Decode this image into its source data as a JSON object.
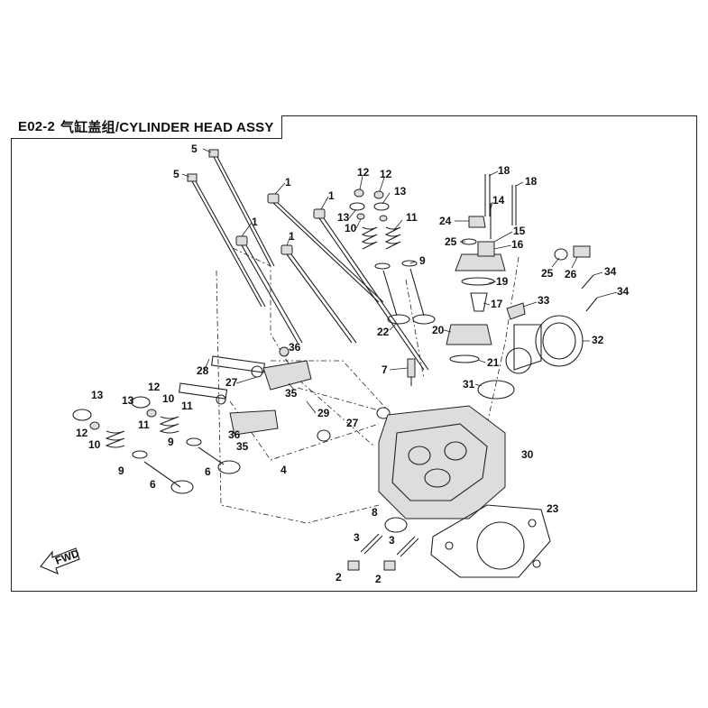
{
  "header": {
    "code": "E02-2",
    "title": "气缸盖组/CYLINDER HEAD ASSY"
  },
  "direction_marker": "FWD",
  "callouts": [
    {
      "n": "5"
    },
    {
      "n": "5"
    },
    {
      "n": "1"
    },
    {
      "n": "1"
    },
    {
      "n": "1"
    },
    {
      "n": "1"
    },
    {
      "n": "12"
    },
    {
      "n": "12"
    },
    {
      "n": "13"
    },
    {
      "n": "13"
    },
    {
      "n": "10"
    },
    {
      "n": "11"
    },
    {
      "n": "9"
    },
    {
      "n": "22"
    },
    {
      "n": "7"
    },
    {
      "n": "18"
    },
    {
      "n": "18"
    },
    {
      "n": "14"
    },
    {
      "n": "24"
    },
    {
      "n": "15"
    },
    {
      "n": "25"
    },
    {
      "n": "16"
    },
    {
      "n": "25"
    },
    {
      "n": "26"
    },
    {
      "n": "34"
    },
    {
      "n": "34"
    },
    {
      "n": "19"
    },
    {
      "n": "33"
    },
    {
      "n": "17"
    },
    {
      "n": "20"
    },
    {
      "n": "32"
    },
    {
      "n": "21"
    },
    {
      "n": "31"
    },
    {
      "n": "36"
    },
    {
      "n": "28"
    },
    {
      "n": "27"
    },
    {
      "n": "35"
    },
    {
      "n": "29"
    },
    {
      "n": "13"
    },
    {
      "n": "12"
    },
    {
      "n": "10"
    },
    {
      "n": "11"
    },
    {
      "n": "12"
    },
    {
      "n": "13"
    },
    {
      "n": "10"
    },
    {
      "n": "11"
    },
    {
      "n": "36"
    },
    {
      "n": "35"
    },
    {
      "n": "27"
    },
    {
      "n": "9"
    },
    {
      "n": "9"
    },
    {
      "n": "6"
    },
    {
      "n": "6"
    },
    {
      "n": "4"
    },
    {
      "n": "30"
    },
    {
      "n": "8"
    },
    {
      "n": "23"
    },
    {
      "n": "3"
    },
    {
      "n": "3"
    },
    {
      "n": "2"
    },
    {
      "n": "2"
    }
  ]
}
